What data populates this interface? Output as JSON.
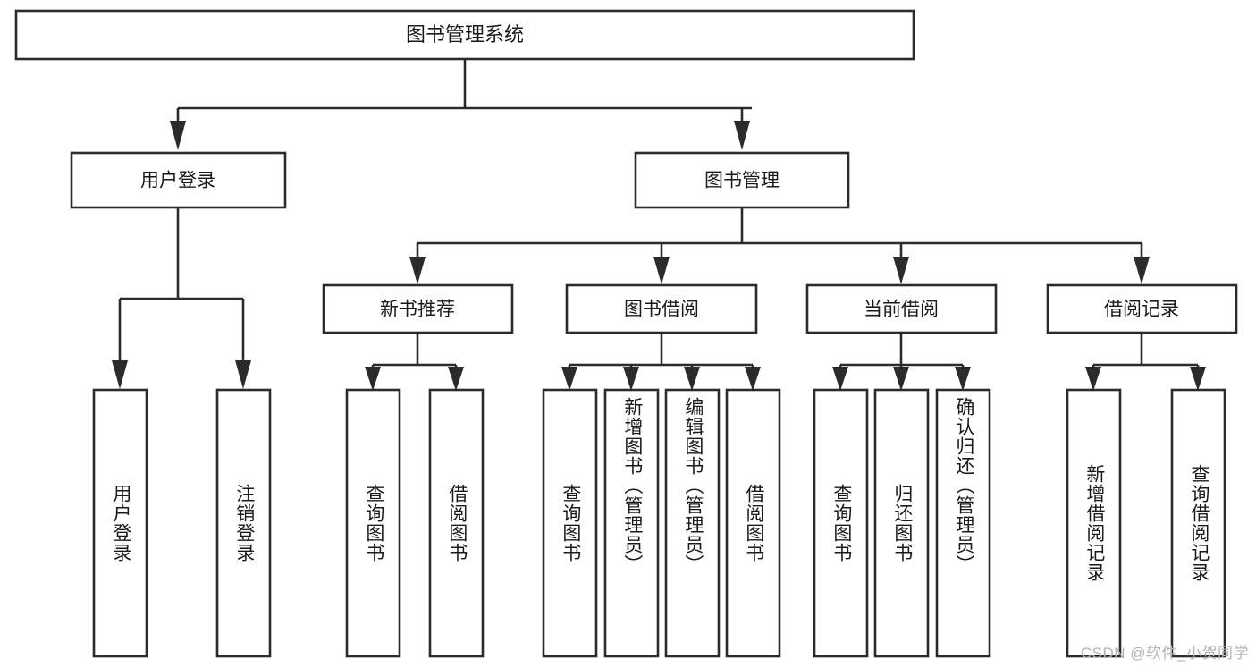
{
  "diagram": {
    "title": "图书管理系统",
    "watermark": "CSDN @软件_小贺同学",
    "colors": {
      "stroke": "#2b2b2b",
      "fill": "#ffffff",
      "text": "#1a1a1a",
      "watermark": "#b3b3b3",
      "background": "#ffffff"
    },
    "root": {
      "label": "图书管理系统"
    },
    "level2": [
      {
        "label": "用户登录"
      },
      {
        "label": "图书管理"
      }
    ],
    "level3": [
      {
        "label": "新书推荐"
      },
      {
        "label": "图书借阅"
      },
      {
        "label": "当前借阅"
      },
      {
        "label": "借阅记录"
      }
    ],
    "leaves": {
      "user_login": [
        {
          "label": "用户登录"
        },
        {
          "label": "注销登录"
        }
      ],
      "new_book_rec": [
        {
          "label": "查询图书"
        },
        {
          "label": "借阅图书"
        }
      ],
      "book_borrow": [
        {
          "label": "查询图书"
        },
        {
          "label": "新增图书（管理员）"
        },
        {
          "label": "编辑图书（管理员）"
        },
        {
          "label": "借阅图书"
        }
      ],
      "current_borrow": [
        {
          "label": "查询图书"
        },
        {
          "label": "归还图书"
        },
        {
          "label": "确认归还（管理员）"
        }
      ],
      "borrow_record": [
        {
          "label": "新增借阅记录"
        },
        {
          "label": "查询借阅记录"
        }
      ]
    }
  }
}
